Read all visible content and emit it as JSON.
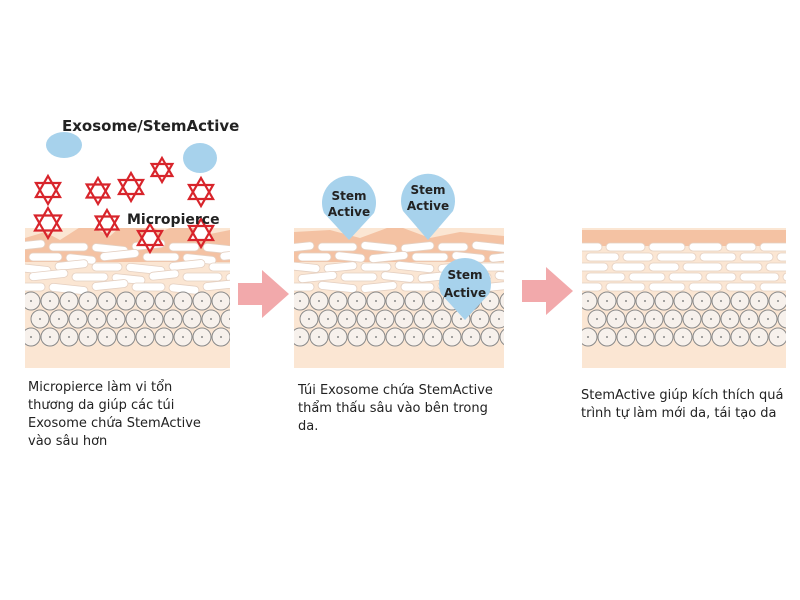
{
  "labels": {
    "exosome_stemactive": "Exosome/StemActive",
    "micropierce": "Micropierce"
  },
  "bubbles": [
    {
      "line1": "Stem",
      "line2": "Active"
    },
    {
      "line1": "Stem",
      "line2": "Active"
    },
    {
      "line1": "Stem",
      "line2": "Active"
    }
  ],
  "captions": {
    "step1": "Micropierce làm vi tổn\nthương da giúp các túi\nExosome chứa StemActive\nvào sâu hơn",
    "step2": "Túi Exosome chứa StemActive\nthẩm thấu sâu vào bên trong\nda.",
    "step3": "StemActive giúp kích thích quá\ntrình tự làm mới da, tái tạo da"
  },
  "icons": [
    "exosome-drop-icon",
    "micropierce-star-icon",
    "arrow-right-icon",
    "stem-active-bubble-icon"
  ],
  "colors": {
    "exosome_blue": "#a7d2ec",
    "star_red": "#d8242b",
    "arrow_pink": "#f2a9ab",
    "skin_top": "#f4c2a3",
    "skin_base": "#fbe6d3",
    "cell_fill": "#f7f1ec"
  }
}
